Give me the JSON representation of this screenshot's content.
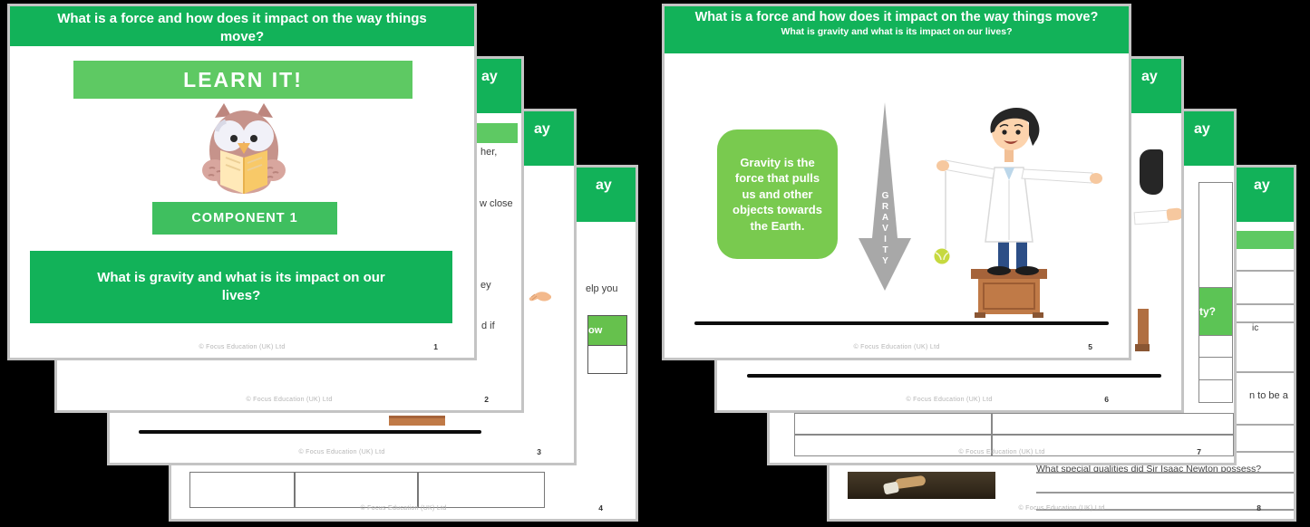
{
  "deck": {
    "publisher_footer": "© Focus Education (UK) Ltd",
    "colors": {
      "header_green": "#12b259",
      "banner_light_green": "#5ec963",
      "component_green": "#3fbf5f",
      "gravity_box_green": "#79ca4f",
      "table_cell_green": "#5cc455",
      "arrow_gray": "#a8a8a8",
      "slide_border_gray": "#c4c4c4",
      "background": "#000000"
    },
    "slides": {
      "s1": {
        "page": "1",
        "title": "What is a force and how does it impact on the way things move?",
        "learn_it": "LEARN IT!",
        "component": "COMPONENT 1",
        "question": "What is gravity and what is its impact on our lives?"
      },
      "s2": {
        "page": "2",
        "header_fragment": "ay",
        "frag1": "her,",
        "frag2": "w close",
        "frag3": "ey",
        "frag4": "d if"
      },
      "s3": {
        "page": "3",
        "header_fragment": "ay"
      },
      "s4": {
        "page": "4",
        "header_fragment": "ay",
        "frag1": "elp you",
        "frag2": "ow"
      },
      "s5": {
        "page": "5",
        "title": "What is a force and how does it impact on the way things move?",
        "subtitle": "What is gravity and what is its impact on our lives?",
        "gravity_text": "Gravity is the force that pulls us and other objects towards the Earth.",
        "arrow_label": "GRAVITY"
      },
      "s6": {
        "page": "6",
        "header_fragment": "ay"
      },
      "s7": {
        "page": "7",
        "header_fragment": "ay",
        "frag1": "ty?"
      },
      "s8": {
        "page": "8",
        "header_fragment": "ay",
        "frag1": "ic",
        "frag2": "n to be a",
        "question": "What special qualities did Sir Isaac Newton possess?"
      }
    }
  }
}
